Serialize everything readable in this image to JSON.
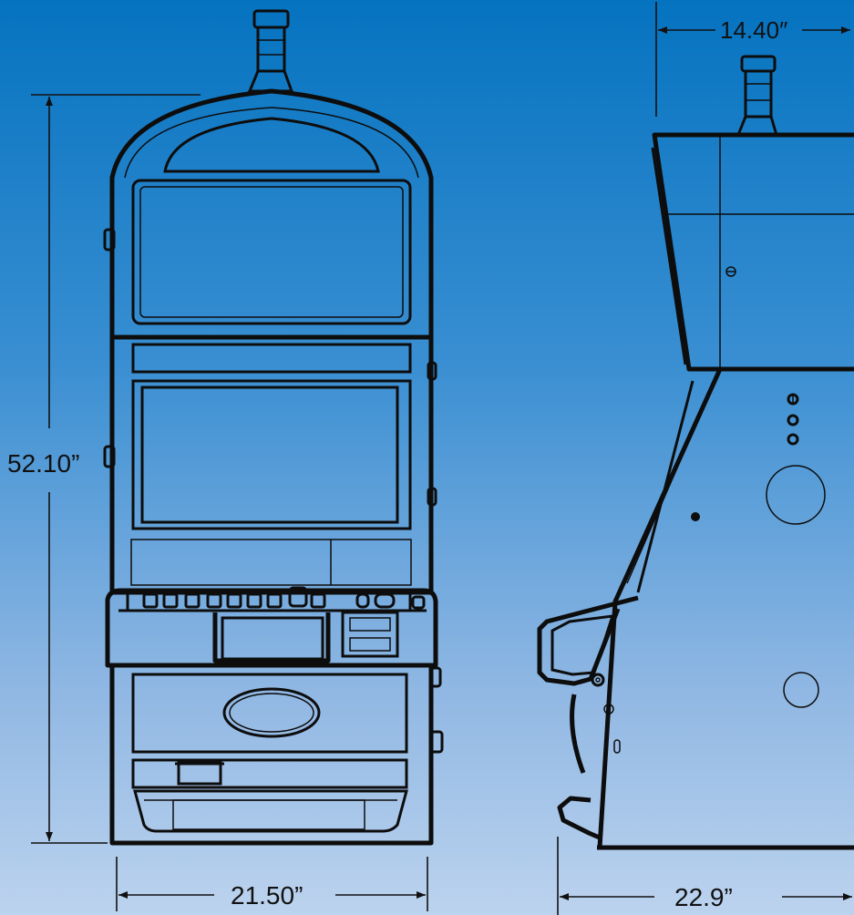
{
  "dimensions": {
    "height": "52.10”",
    "front_width": "21.50”",
    "top_depth": "14.40″",
    "side_depth": "22.9”"
  }
}
